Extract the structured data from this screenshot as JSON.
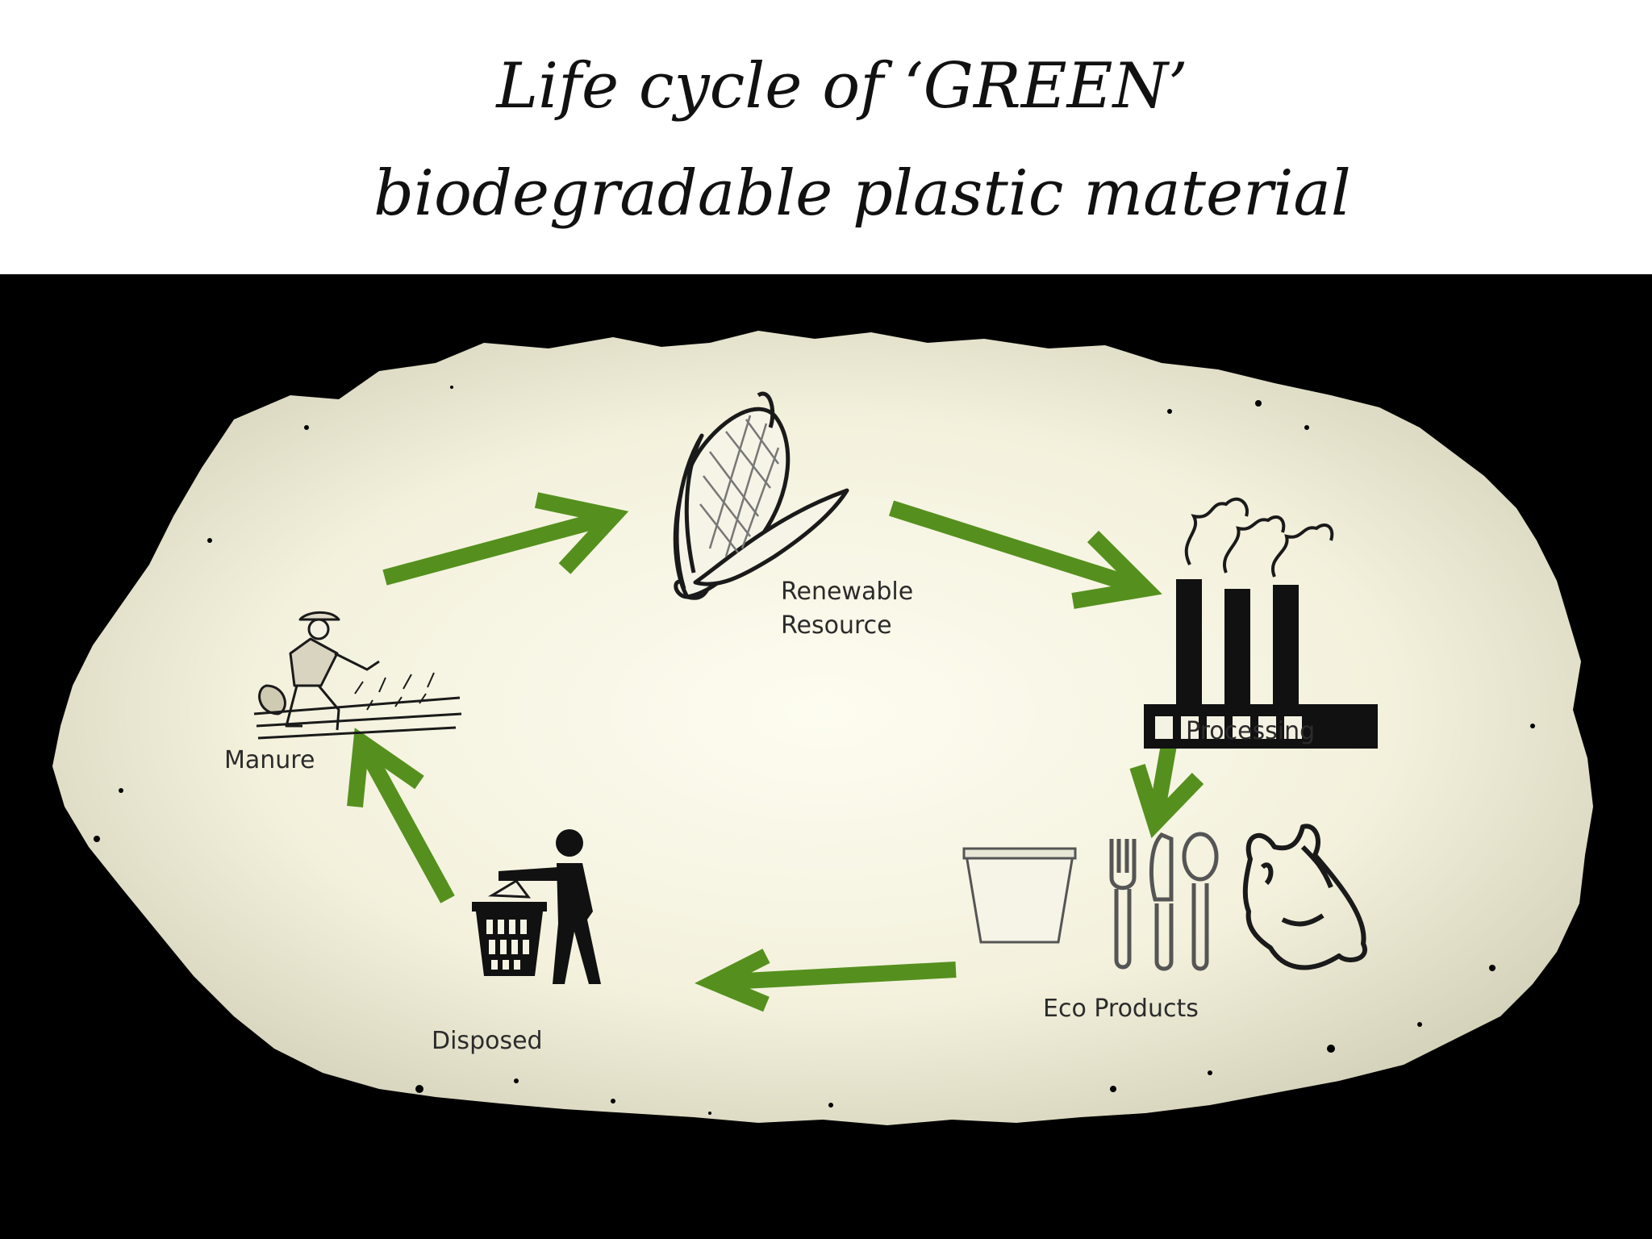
{
  "title": {
    "line1": "Life cycle of ‘GREEN’",
    "line2": "biodegradable plastic material"
  },
  "stages": {
    "renewable_line1": "Renewable",
    "renewable_line2": "Resource",
    "processing": "Processing",
    "eco_products": "Eco Products",
    "disposed": "Disposed",
    "manure": "Manure"
  },
  "colors": {
    "arrow": "#55901e",
    "background": "#000000",
    "blob": "#f4f2e2"
  },
  "icons": [
    "corn-icon",
    "factory-icon",
    "cup-icon",
    "fork-icon",
    "knife-icon",
    "spoon-icon",
    "plastic-bag-icon",
    "trash-bin-icon",
    "person-icon",
    "farmer-icon"
  ]
}
